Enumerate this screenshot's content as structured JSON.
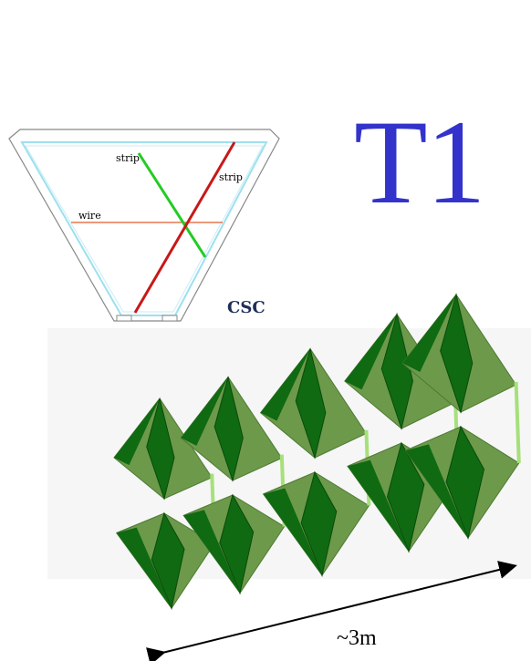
{
  "title": "T1",
  "csc_label": "CSC",
  "dimension_label": "~3m",
  "csc_diagram": {
    "strip_label_1": "strip",
    "strip_label_2": "strip",
    "wire_label": "wire"
  },
  "colors": {
    "title": "#3333cc",
    "chamber_light": "#6c9a4a",
    "chamber_dark": "#0f6a12",
    "chamber_edge": "#a6e07a",
    "wire": "#e05a2a",
    "strip_green": "#22cc22",
    "strip_red": "#c81818",
    "outline_cyan": "#9ee0ee"
  }
}
